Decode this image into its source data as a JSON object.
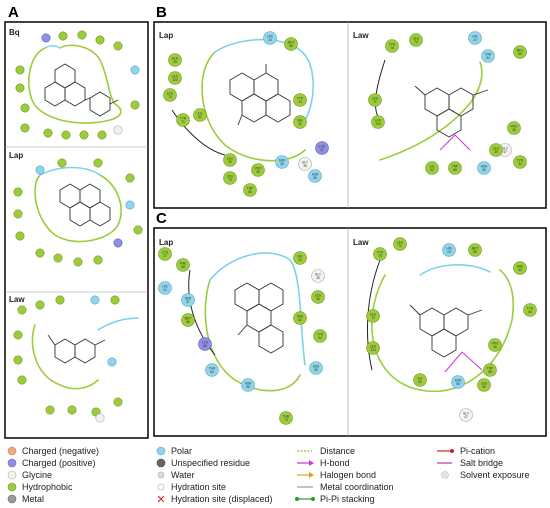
{
  "panels": {
    "A": "A",
    "B": "B",
    "C": "C"
  },
  "subpanels": {
    "a1": "Bq",
    "a2": "Lap",
    "a3": "Law",
    "b1": "Lap",
    "b2": "Law",
    "c1": "Lap",
    "c2": "Law"
  },
  "legend": {
    "col1": [
      "Charged (negative)",
      "Charged (positive)",
      "Glycine",
      "Hydrophobic",
      "Metal"
    ],
    "col2": [
      "Polar",
      "Unspecified residue",
      "Water",
      "Hydration site",
      "Hydration site (displaced)"
    ],
    "col3": [
      "Distance",
      "H-bond",
      "Halogen bond",
      "Metal coordination",
      "Pi-Pi stacking"
    ],
    "col4": [
      "Pi-cation",
      "Salt bridge",
      "Solvent exposure"
    ]
  },
  "colors": {
    "negative": "#f4a582",
    "positive": "#8f8fe6",
    "glycine": "#f3f3ee",
    "hydrophobic": "#9ccc3c",
    "metal": "#9a9a9a",
    "polar": "#8fd6ea",
    "pocket_green": "#9ccc3c",
    "pocket_blue": "#7fd1ea"
  },
  "residues": {
    "b1": [
      {
        "n": "HIS",
        "i": "24",
        "t": "polar"
      },
      {
        "n": "MET",
        "i": "86",
        "t": "hyd"
      },
      {
        "n": "ALA",
        "i": "28",
        "t": "hyd"
      },
      {
        "n": "LEU",
        "i": "104",
        "t": "hyd"
      },
      {
        "n": "LEU",
        "i": "74",
        "t": "hyd"
      },
      {
        "n": "TYR",
        "i": "34",
        "t": "hyd"
      },
      {
        "n": "ILE",
        "i": "62",
        "t": "hyd"
      },
      {
        "n": "TYR",
        "i": "71",
        "t": "hyd"
      },
      {
        "n": "VAL",
        "i": "31",
        "t": "hyd"
      },
      {
        "n": "LYS",
        "i": "37",
        "t": "pos"
      },
      {
        "n": "GLY",
        "i": "36",
        "t": "gly"
      },
      {
        "n": "SER",
        "i": "46",
        "t": "polar"
      },
      {
        "n": "PRO",
        "i": "36",
        "t": "hyd"
      },
      {
        "n": "LEU",
        "i": "90",
        "t": "hyd"
      },
      {
        "n": "LEU",
        "i": "79",
        "t": "hyd"
      },
      {
        "n": "TRP",
        "i": "65",
        "t": "hyd"
      },
      {
        "n": "ASN",
        "i": "58",
        "t": "polar"
      }
    ],
    "b2": [
      {
        "n": "TYR",
        "i": "78",
        "t": "hyd"
      },
      {
        "n": "LEU",
        "i": "74",
        "t": "hyd"
      },
      {
        "n": "HIS",
        "i": "24",
        "t": "polar"
      },
      {
        "n": "THR",
        "i": "84",
        "t": "polar"
      },
      {
        "n": "MET",
        "i": "86",
        "t": "hyd"
      },
      {
        "n": "LEU",
        "i": "71",
        "t": "hyd"
      },
      {
        "n": "LEU",
        "i": "104",
        "t": "hyd"
      },
      {
        "n": "PRO",
        "i": "36",
        "t": "hyd"
      },
      {
        "n": "GLY",
        "i": "47",
        "t": "gly"
      },
      {
        "n": "TYR",
        "i": "34",
        "t": "hyd"
      },
      {
        "n": "ILE",
        "i": "62",
        "t": "hyd"
      },
      {
        "n": "TRP",
        "i": "65",
        "t": "hyd"
      },
      {
        "n": "ASN",
        "i": "58",
        "t": "polar"
      },
      {
        "n": "LEU",
        "i": "39",
        "t": "hyd"
      }
    ],
    "c1": [
      {
        "n": "CYS",
        "i": "27",
        "t": "hyd"
      },
      {
        "n": "PHE",
        "i": "88",
        "t": "hyd"
      },
      {
        "n": "HIS",
        "i": "24",
        "t": "polar"
      },
      {
        "n": "SER",
        "i": "87",
        "t": "polar"
      },
      {
        "n": "MET",
        "i": "86",
        "t": "hyd"
      },
      {
        "n": "LYS",
        "i": "85",
        "t": "pos"
      },
      {
        "n": "THR",
        "i": "84",
        "t": "polar"
      },
      {
        "n": "VAL",
        "i": "34",
        "t": "hyd"
      },
      {
        "n": "GLY",
        "i": "35",
        "t": "gly"
      },
      {
        "n": "LEU",
        "i": "36",
        "t": "hyd"
      },
      {
        "n": "PHE",
        "i": "52",
        "t": "hyd"
      },
      {
        "n": "TYR",
        "i": "54",
        "t": "hyd"
      },
      {
        "n": "SER",
        "i": "55",
        "t": "polar"
      },
      {
        "n": "ASN",
        "i": "58",
        "t": "polar"
      },
      {
        "n": "THR",
        "i": "73",
        "t": "hyd"
      }
    ],
    "c2": [
      {
        "n": "TYR",
        "i": "78",
        "t": "hyd"
      },
      {
        "n": "LEU",
        "i": "74",
        "t": "hyd"
      },
      {
        "n": "HIS",
        "i": "24",
        "t": "polar"
      },
      {
        "n": "MET",
        "i": "86",
        "t": "hyd"
      },
      {
        "n": "PHE",
        "i": "52",
        "t": "hyd"
      },
      {
        "n": "TYR",
        "i": "54",
        "t": "hyd"
      },
      {
        "n": "LEU",
        "i": "79",
        "t": "hyd"
      },
      {
        "n": "LEU",
        "i": "104",
        "t": "hyd"
      },
      {
        "n": "PRO",
        "i": "36",
        "t": "hyd"
      },
      {
        "n": "TRP",
        "i": "65",
        "t": "hyd"
      },
      {
        "n": "ILE",
        "i": "62",
        "t": "hyd"
      },
      {
        "n": "ASN",
        "i": "58",
        "t": "polar"
      },
      {
        "n": "LEU",
        "i": "39",
        "t": "hyd"
      },
      {
        "n": "GLY",
        "i": "47",
        "t": "gly"
      }
    ],
    "a1": [
      {
        "n": "",
        "i": "",
        "t": "pos"
      },
      {
        "n": "",
        "i": "",
        "t": "hyd"
      },
      {
        "n": "",
        "i": "",
        "t": "hyd"
      },
      {
        "n": "",
        "i": "",
        "t": "hyd"
      },
      {
        "n": "",
        "i": "",
        "t": "hyd"
      },
      {
        "n": "",
        "i": "",
        "t": "hyd"
      },
      {
        "n": "",
        "i": "",
        "t": "hyd"
      },
      {
        "n": "",
        "i": "",
        "t": "polar"
      },
      {
        "n": "",
        "i": "",
        "t": "hyd"
      },
      {
        "n": "",
        "i": "",
        "t": "hyd"
      },
      {
        "n": "",
        "i": "",
        "t": "hyd"
      },
      {
        "n": "",
        "i": "",
        "t": "hyd"
      },
      {
        "n": "",
        "i": "",
        "t": "hyd"
      },
      {
        "n": "",
        "i": "",
        "t": "hyd"
      },
      {
        "n": "",
        "i": "",
        "t": "gly"
      },
      {
        "n": "",
        "i": "",
        "t": "hyd"
      }
    ],
    "a2": [
      {
        "n": "",
        "i": "",
        "t": "polar"
      },
      {
        "n": "",
        "i": "",
        "t": "hyd"
      },
      {
        "n": "",
        "i": "",
        "t": "hyd"
      },
      {
        "n": "",
        "i": "",
        "t": "hyd"
      },
      {
        "n": "",
        "i": "",
        "t": "hyd"
      },
      {
        "n": "",
        "i": "",
        "t": "hyd"
      },
      {
        "n": "",
        "i": "",
        "t": "hyd"
      },
      {
        "n": "",
        "i": "",
        "t": "pos"
      },
      {
        "n": "",
        "i": "",
        "t": "hyd"
      },
      {
        "n": "",
        "i": "",
        "t": "hyd"
      },
      {
        "n": "",
        "i": "",
        "t": "hyd"
      },
      {
        "n": "",
        "i": "",
        "t": "polar"
      },
      {
        "n": "",
        "i": "",
        "t": "hyd"
      },
      {
        "n": "",
        "i": "",
        "t": "hyd"
      }
    ],
    "a3": [
      {
        "n": "",
        "i": "",
        "t": "polar"
      },
      {
        "n": "",
        "i": "",
        "t": "hyd"
      },
      {
        "n": "",
        "i": "",
        "t": "hyd"
      },
      {
        "n": "",
        "i": "",
        "t": "hyd"
      },
      {
        "n": "",
        "i": "",
        "t": "hyd"
      },
      {
        "n": "",
        "i": "",
        "t": "hyd"
      },
      {
        "n": "",
        "i": "",
        "t": "hyd"
      },
      {
        "n": "",
        "i": "",
        "t": "hyd"
      },
      {
        "n": "",
        "i": "",
        "t": "polar"
      },
      {
        "n": "",
        "i": "",
        "t": "hyd"
      },
      {
        "n": "",
        "i": "",
        "t": "hyd"
      },
      {
        "n": "",
        "i": "",
        "t": "hyd"
      },
      {
        "n": "",
        "i": "",
        "t": "hyd"
      },
      {
        "n": "",
        "i": "",
        "t": "gly"
      }
    ]
  }
}
